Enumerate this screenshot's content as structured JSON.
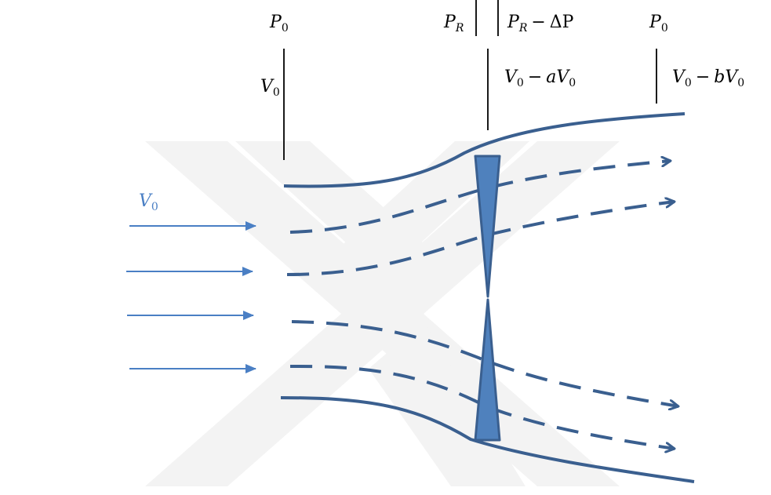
{
  "labels": {
    "p0_left": {
      "base": "P",
      "sub": "0"
    },
    "pr": {
      "base": "P",
      "sub": "R"
    },
    "pr_minus": {
      "base": "P",
      "sub": "R",
      "op": "−",
      "tail": "ΔP"
    },
    "p0_right": {
      "base": "P",
      "sub": "0"
    },
    "v0_station": {
      "base": "V",
      "sub": "0"
    },
    "v_rotor": {
      "base": "V",
      "sub": "0",
      "op": "−",
      "a": "a",
      "base2": "V",
      "sub2": "0"
    },
    "v_wake": {
      "base": "V",
      "sub": "0",
      "op": "−",
      "a": "b",
      "base2": "V",
      "sub2": "0"
    },
    "v0_inflow": {
      "base": "V",
      "sub": "0"
    }
  },
  "colors": {
    "stream": "#3a5f8f",
    "inflow_arrow": "#4a7fc4",
    "disk_fill": "#4f81bd",
    "disk_stroke": "#3a5f8f",
    "station_line": "#000000",
    "watermark": "#f2f2f2"
  },
  "icons": {
    "disk": "actuator-disk-icon",
    "watermark": "logo-watermark-icon"
  }
}
